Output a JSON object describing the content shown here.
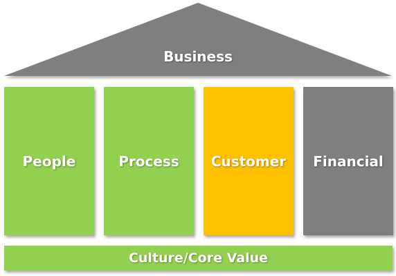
{
  "roof": {
    "label": "Business",
    "color": "#7f7f7f"
  },
  "pillars": [
    {
      "label": "People",
      "color": "#92d050"
    },
    {
      "label": "Process",
      "color": "#92d050"
    },
    {
      "label": "Customer",
      "color": "#ffc000"
    },
    {
      "label": "Financial",
      "color": "#7f7f7f"
    }
  ],
  "base": {
    "label": "Culture/Core Value",
    "color": "#92d050"
  }
}
